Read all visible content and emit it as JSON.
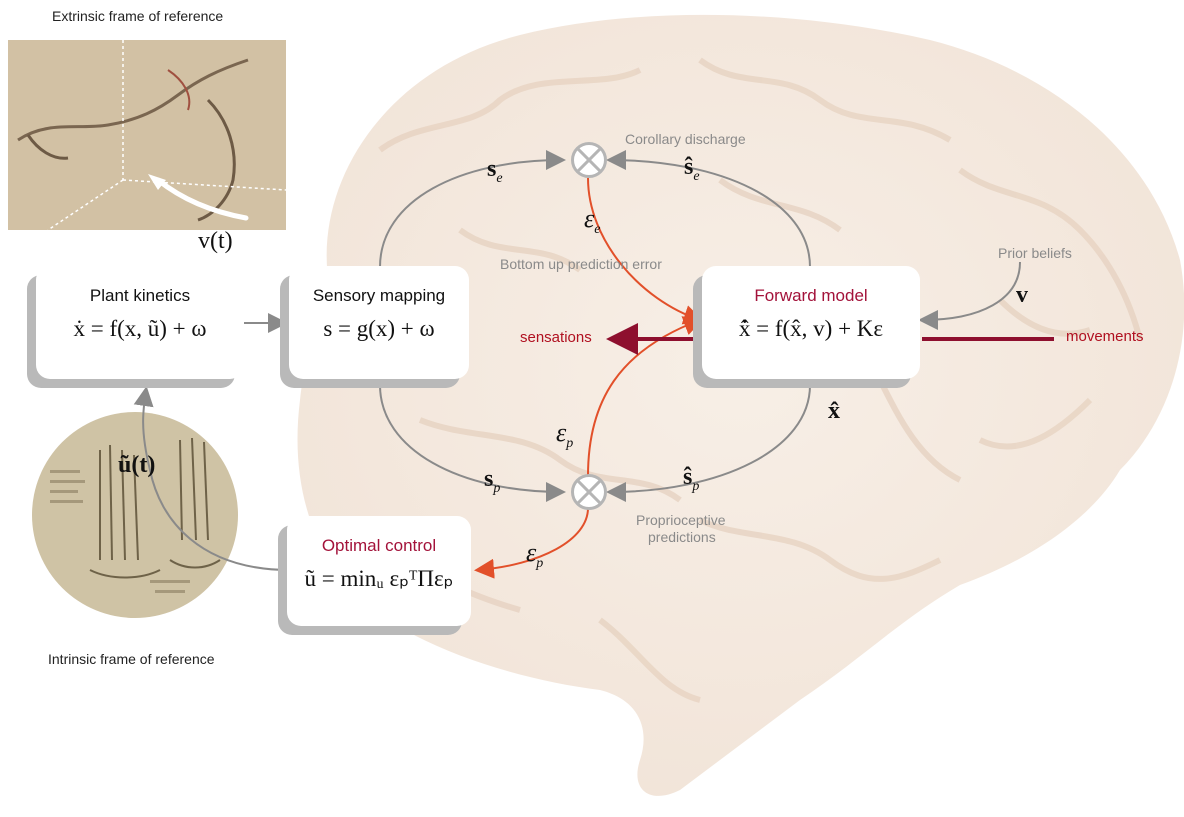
{
  "captions": {
    "extrinsic": "Extrinsic frame of reference",
    "intrinsic": "Intrinsic frame of reference"
  },
  "symbols": {
    "v_t": "v(t)",
    "u_t": "ũ(t)",
    "s_e": "s",
    "s_e_sub": "e",
    "s_e_hat": "ŝ",
    "s_e_hat_sub": "e",
    "s_p": "s",
    "s_p_sub": "p",
    "s_p_hat": "ŝ",
    "s_p_hat_sub": "p",
    "x_hat": "x̂",
    "v": "v",
    "eps_e": "ε",
    "eps_e_sub": "e",
    "eps_p_mid": "ε",
    "eps_p_mid_sub": "p",
    "eps_p_low": "ε",
    "eps_p_low_sub": "p"
  },
  "labels": {
    "corollary": "Corollary discharge",
    "bottom_up": "Bottom up  prediction error",
    "prior": "Prior beliefs",
    "proprio_1": "Proprioceptive",
    "proprio_2": "predictions",
    "sensations": "sensations",
    "movements": "movements"
  },
  "boxes": {
    "plant": {
      "title": "Plant kinetics",
      "equation": "ẋ = f(x, ũ) + ω"
    },
    "sensory": {
      "title": "Sensory mapping",
      "equation": "s = g(x) + ω"
    },
    "forward": {
      "title": "Forward model",
      "equation": "x̂̇ = f(x̂, v) + Kε"
    },
    "optimal": {
      "title": "Optimal control",
      "equation": "ũ = minᵤ εₚᵀΠεₚ"
    }
  },
  "colors": {
    "signal_arrow": "#8a8a8a",
    "error_arrow": "#e2502a",
    "output_arrow": "#8e0f2e",
    "brain": "#f3e6da"
  }
}
